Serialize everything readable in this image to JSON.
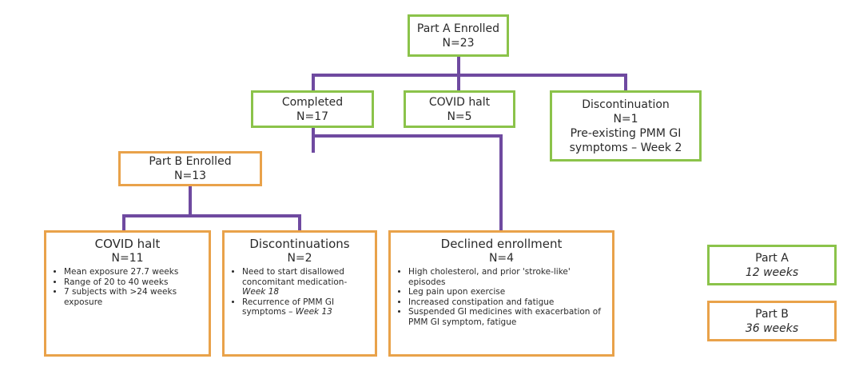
{
  "colors": {
    "connector": "#6f4aa0",
    "part_a": "#8bc34a",
    "part_b": "#e9a24a"
  },
  "part_a_enrolled": {
    "title": "Part A Enrolled",
    "n": "N=23"
  },
  "completed": {
    "title": "Completed",
    "n": "N=17"
  },
  "covid_halt_a": {
    "title": "COVID halt",
    "n": "N=5"
  },
  "discontinuation": {
    "title": "Discontinuation",
    "n": "N=1",
    "line1": "Pre-existing PMM GI",
    "line2": "symptoms – Week 2"
  },
  "part_b_enrolled": {
    "title": "Part B Enrolled",
    "n": "N=13"
  },
  "covid_halt_b": {
    "title": "COVID halt",
    "n": "N=11",
    "bullets": [
      "Mean exposure 27.7 weeks",
      "Range of 20 to 40 weeks",
      "7 subjects with >24 weeks exposure"
    ]
  },
  "discontinuations": {
    "title": "Discontinuations",
    "n": "N=2",
    "b1_text": "Need to start disallowed concomitant medication- ",
    "b1_week": "Week 18",
    "b2_text": "Recurrence of PMM GI symptoms – ",
    "b2_week": "Week 13"
  },
  "declined": {
    "title": "Declined enrollment",
    "n": "N=4",
    "bullets": [
      "High cholesterol, and prior 'stroke-like' episodes",
      "Leg pain upon exercise",
      "Increased constipation and fatigue",
      "Suspended GI medicines with exacerbation of PMM GI symptom, fatigue"
    ]
  },
  "legend": {
    "part_a": {
      "label": "Part A",
      "sub": "12 weeks"
    },
    "part_b": {
      "label": "Part B",
      "sub": "36 weeks"
    }
  }
}
